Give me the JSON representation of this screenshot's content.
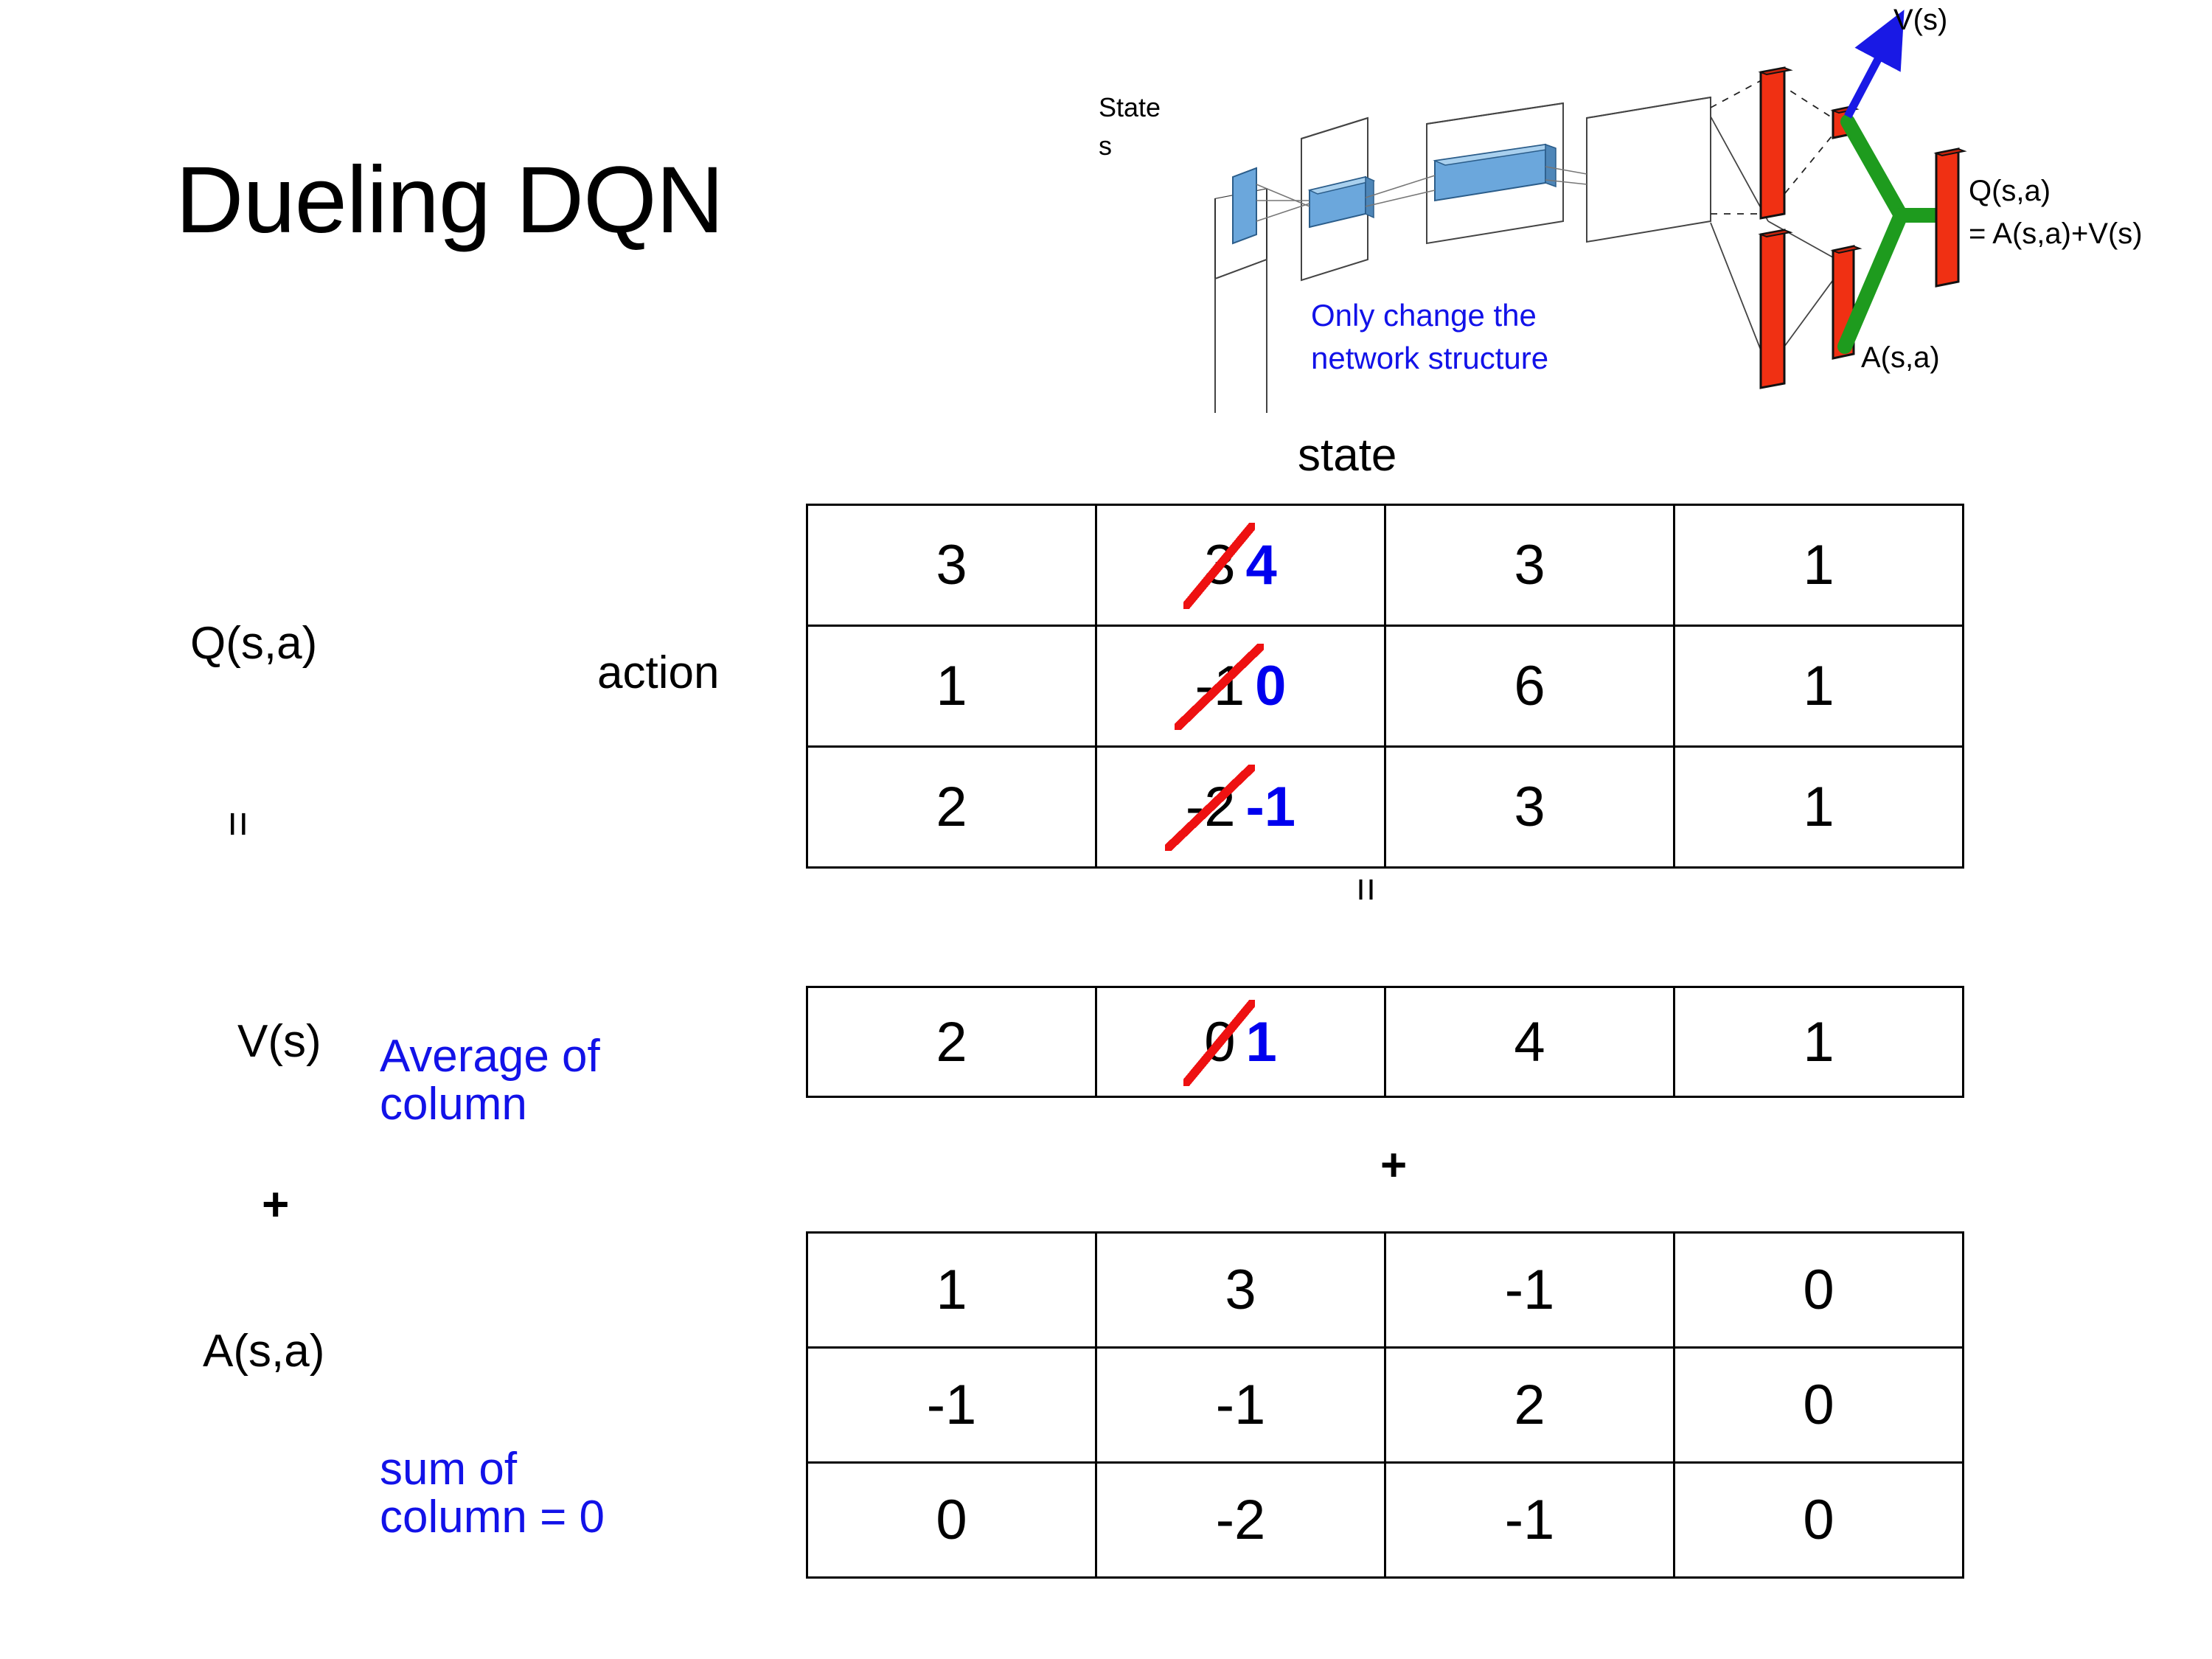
{
  "slide": {
    "title": "Dueling DQN"
  },
  "diagram": {
    "input_label_line1": "State",
    "input_label_line2": "s",
    "note_line1": "Only change the",
    "note_line2": "network structure",
    "value_label": "V(s)",
    "advantage_label": "A(s,a)",
    "output_label_line1": "Q(s,a)",
    "output_label_line2": "= A(s,a)+V(s)",
    "colors": {
      "note": "#1212E8",
      "bar": "#F03013",
      "arrow": "#1919E5",
      "merge": "#1E9B1E",
      "input_plane": "#6BA7DC"
    }
  },
  "labels": {
    "state": "state",
    "action": "action",
    "q_label": "Q(s,a)",
    "v_label": "V(s)",
    "a_label": "A(s,a)",
    "equals_left": "=",
    "plus_left": "+",
    "equals_mid": "=",
    "plus_mid": "+",
    "average_note_line1": "Average of",
    "average_note_line2": "column",
    "sum_note_line1": "sum of",
    "sum_note_line2": "column = 0",
    "note_color": "#1212E8"
  },
  "chart_data": {
    "type": "table",
    "title": "Dueling DQN decomposition Q(s,a) = V(s) + A(s,a)",
    "xlabel": "state",
    "ylabel": "action",
    "tables": [
      {
        "name": "Q(s,a)",
        "rows": [
          [
            {
              "value": "3"
            },
            {
              "value": "3",
              "old": "3",
              "new": "4",
              "corrected": true
            },
            {
              "value": "3"
            },
            {
              "value": "1"
            }
          ],
          [
            {
              "value": "1"
            },
            {
              "value": "-1",
              "old": "-1",
              "new": "0",
              "corrected": true
            },
            {
              "value": "6"
            },
            {
              "value": "1"
            }
          ],
          [
            {
              "value": "2"
            },
            {
              "value": "-2",
              "old": "-2",
              "new": "-1",
              "corrected": true
            },
            {
              "value": "3"
            },
            {
              "value": "1"
            }
          ]
        ]
      },
      {
        "name": "V(s)",
        "rows": [
          [
            {
              "value": "2"
            },
            {
              "value": "0",
              "old": "0",
              "new": "1",
              "corrected": true
            },
            {
              "value": "4"
            },
            {
              "value": "1"
            }
          ]
        ]
      },
      {
        "name": "A(s,a)",
        "rows": [
          [
            {
              "value": "1"
            },
            {
              "value": "3"
            },
            {
              "value": "-1"
            },
            {
              "value": "0"
            }
          ],
          [
            {
              "value": "-1"
            },
            {
              "value": "-1"
            },
            {
              "value": "2"
            },
            {
              "value": "0"
            }
          ],
          [
            {
              "value": "0"
            },
            {
              "value": "-2"
            },
            {
              "value": "-1"
            },
            {
              "value": "0"
            }
          ]
        ]
      }
    ],
    "strikethrough_color": "#EE1111",
    "correction_color": "#0000EE"
  }
}
